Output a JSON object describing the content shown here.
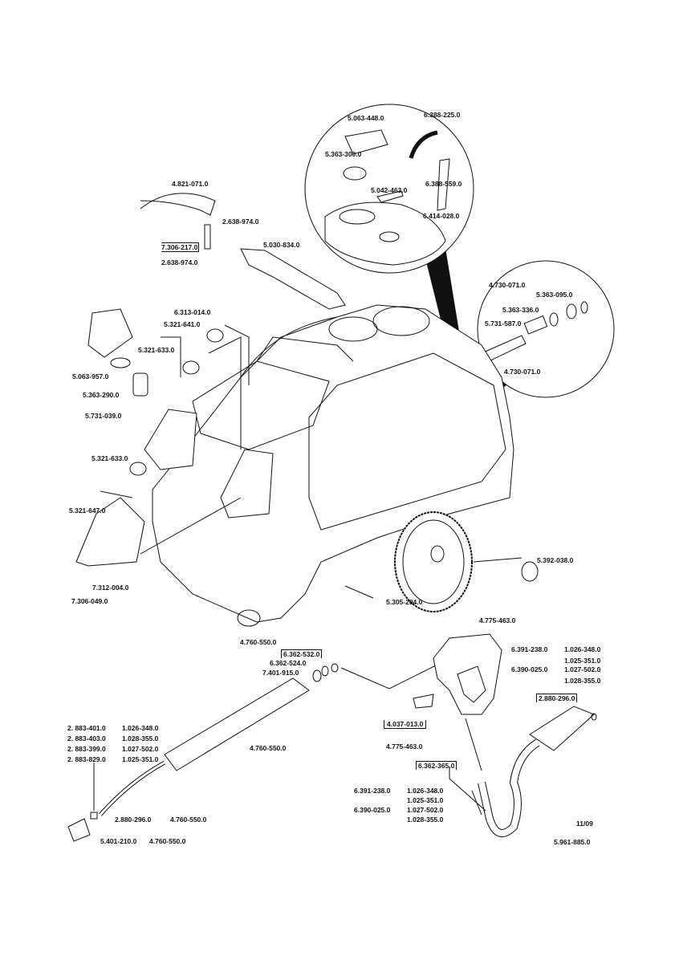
{
  "labels": {
    "top_circle": [
      "5.063-448.0",
      "6.388-225.0",
      "5.363-300.0",
      "6.388-559.0",
      "5.042-463.0",
      "6.414-028.0"
    ],
    "right_circle": [
      "4.730-071.0",
      "5.363-095.0",
      "5.363-336.0",
      "5.731-587.0",
      "4.730-071.0"
    ],
    "upper_left": [
      "4.821-071.0",
      "2.638-974.0",
      "7.306-217.0",
      "2.638-974.0",
      "5.030-834.0"
    ],
    "left": [
      "6.313-014.0",
      "5.321-641.0",
      "5.321-633.0",
      "5.063-957.0",
      "5.363-290.0",
      "5.731-039.0",
      "5.321-633.0",
      "5.321-647.0",
      "7.312-004.0",
      "7.306-049.0"
    ],
    "machine": [
      "5.392-038.0",
      "5.305-204.0"
    ],
    "gun": [
      "4.775-463.0",
      "4.760-550.0",
      "6.362-532.0",
      "6.362-524.0",
      "7.401-915.0",
      "4.037-013.0",
      "4.775-463.0",
      "6.362-365.0",
      "2.880-296.0"
    ],
    "gun_kits": [
      {
        "kit": "6.391-238.0",
        "parts": [
          "1.026-348.0",
          "1.025-351.0"
        ]
      },
      {
        "kit": "6.390-025.0",
        "parts": [
          "1.027-502.0",
          "1.028-355.0"
        ]
      }
    ],
    "hose_kits": [
      {
        "kit": "6.391-238.0",
        "parts": [
          "1.026-348.0",
          "1.025-351.0"
        ]
      },
      {
        "kit": "6.390-025.0",
        "parts": [
          "1.027-502.0",
          "1.028-355.0"
        ]
      }
    ],
    "lance": [
      "4.760-550.0"
    ],
    "nozzle_kits": [
      {
        "kit": "2. 883-401.0",
        "part": "1.026-348.0"
      },
      {
        "kit": "2. 883-403.0",
        "part": "1.028-355.0"
      },
      {
        "kit": "2. 883-399.0",
        "part": "1.027-502.0"
      },
      {
        "kit": "2. 883-829.0",
        "part": "1.025-351.0"
      }
    ],
    "nozzle_parts": [
      {
        "kit": "2.880-296.0",
        "part": "4.760-550.0"
      },
      {
        "kit": "5.401-210.0",
        "part": "4.760-550.0"
      }
    ]
  },
  "footer": {
    "date": "11/09",
    "doc_number": "5.961-885.0"
  }
}
